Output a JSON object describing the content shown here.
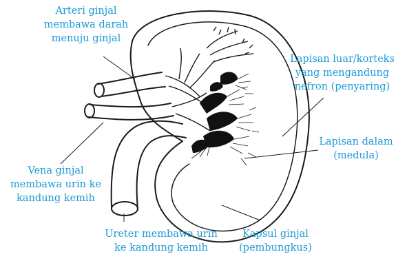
{
  "colors": {
    "label": "#1a9ad6",
    "outline": "#1a1a1a",
    "background": "#ffffff"
  },
  "labels": {
    "artery": [
      "Arteri ginjal",
      "membawa darah",
      "menuju ginjal"
    ],
    "cortex": [
      "Lapisan luar/korteks",
      "yang mengandung",
      "nefron (penyaring)"
    ],
    "medulla": [
      "Lapisan dalam",
      "(medula)"
    ],
    "vein": [
      "Vena ginjal",
      "membawa urin ke",
      "kandung kemih"
    ],
    "ureter": [
      "Ureter membawa urin",
      "ke kandung kemih"
    ],
    "capsule": [
      "Kapsul ginjal",
      "(pembungkus)"
    ]
  }
}
